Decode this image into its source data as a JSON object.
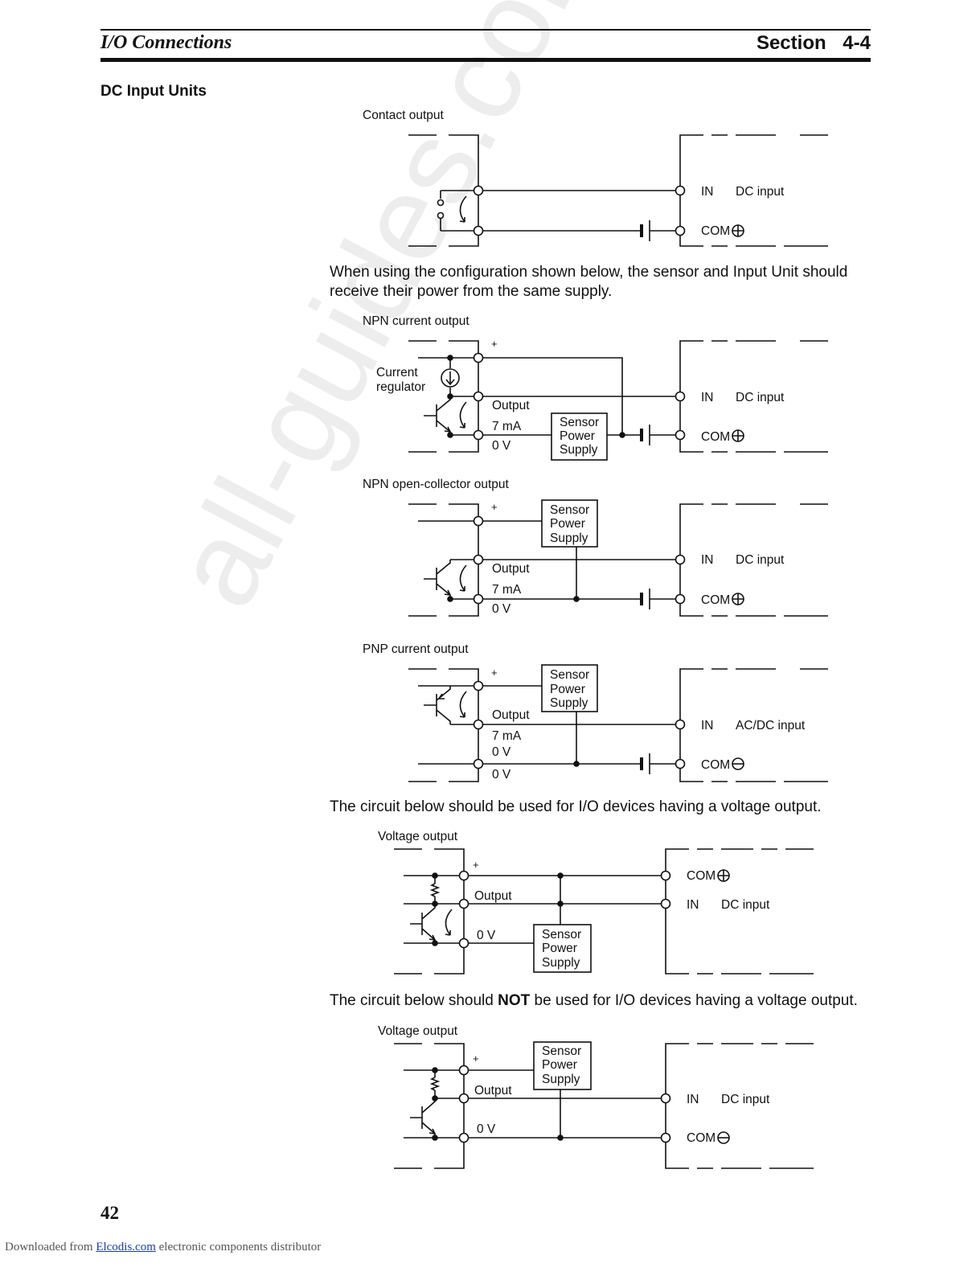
{
  "header": {
    "title": "I/O Connections",
    "section": "Section 4-4"
  },
  "heading": "DC Input Units",
  "paragraphs": {
    "p1": "When using the configuration shown below, the sensor and Input Unit should receive their power from the same supply.",
    "p2": "The circuit below should be used for I/O devices having a voltage output.",
    "p3_before": "The circuit below should ",
    "p3_bold": "NOT",
    "p3_after": " be used for I/O devices having a voltage output."
  },
  "diagrams": {
    "contact": {
      "title": "Contact output",
      "in": "IN",
      "input_type": "DC input",
      "com": "COM"
    },
    "npn_current": {
      "title": "NPN current output",
      "plus": "+",
      "reg1": "Current",
      "reg2": "regulator",
      "output": "Output",
      "current": "7 mA",
      "zero": "0 V",
      "sps1": "Sensor",
      "sps2": "Power",
      "sps3": "Supply",
      "in": "IN",
      "input_type": "DC input",
      "com": "COM"
    },
    "npn_oc": {
      "title": "NPN open-collector output",
      "plus": "+",
      "output": "Output",
      "current": "7 mA",
      "zero": "0 V",
      "sps1": "Sensor",
      "sps2": "Power",
      "sps3": "Supply",
      "in": "IN",
      "input_type": "DC input",
      "com": "COM"
    },
    "pnp": {
      "title": "PNP current output",
      "plus": "+",
      "output": "Output",
      "current": "7 mA",
      "zero1": "0 V",
      "zero2": "0 V",
      "sps1": "Sensor",
      "sps2": "Power",
      "sps3": "Supply",
      "in": "IN",
      "input_type": "AC/DC input",
      "com": "COM"
    },
    "voltage_ok": {
      "title": "Voltage output",
      "plus": "+",
      "output": "Output",
      "zero": "0 V",
      "sps1": "Sensor",
      "sps2": "Power",
      "sps3": "Supply",
      "com": "COM",
      "in": "IN",
      "input_type": "DC input"
    },
    "voltage_bad": {
      "title": "Voltage output",
      "plus": "+",
      "output": "Output",
      "zero": "0 V",
      "sps1": "Sensor",
      "sps2": "Power",
      "sps3": "Supply",
      "in": "IN",
      "input_type": "DC input",
      "com": "COM"
    }
  },
  "page_number": "42",
  "footer": {
    "prefix": "Downloaded from ",
    "link": "Elcodis.com",
    "suffix": "  electronic components distributor"
  },
  "watermark": "all-guides.com"
}
